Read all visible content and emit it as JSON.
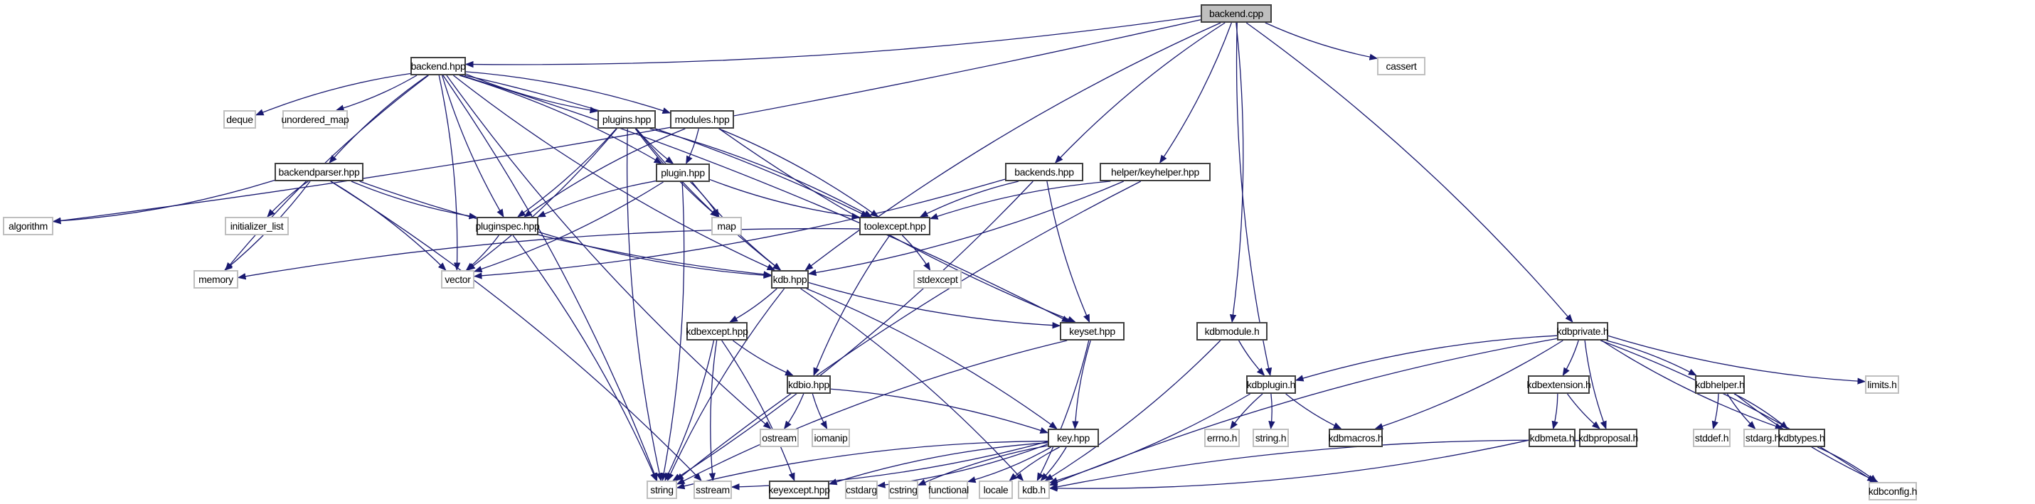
{
  "diagram": {
    "title": "backend.cpp include dependency graph",
    "colors": {
      "edge": "#191970",
      "root_fill": "#bfbfbf",
      "project_border": "#404040",
      "system_border": "#bfbfbf"
    },
    "nodes": [
      {
        "id": "backend_cpp",
        "label": "backend.cpp",
        "kind": "root"
      },
      {
        "id": "cassert",
        "label": "cassert",
        "kind": "system"
      },
      {
        "id": "backend_hpp",
        "label": "backend.hpp",
        "kind": "project"
      },
      {
        "id": "deque",
        "label": "deque",
        "kind": "system"
      },
      {
        "id": "unordered_map",
        "label": "unordered_map",
        "kind": "system"
      },
      {
        "id": "plugins_hpp",
        "label": "plugins.hpp",
        "kind": "project"
      },
      {
        "id": "modules_hpp",
        "label": "modules.hpp",
        "kind": "project"
      },
      {
        "id": "backendparser_hpp",
        "label": "backendparser.hpp",
        "kind": "project"
      },
      {
        "id": "plugin_hpp",
        "label": "plugin.hpp",
        "kind": "project"
      },
      {
        "id": "backends_hpp",
        "label": "backends.hpp",
        "kind": "project"
      },
      {
        "id": "keyhelper_hpp",
        "label": "helper/keyhelper.hpp",
        "kind": "project"
      },
      {
        "id": "algorithm",
        "label": "algorithm",
        "kind": "system"
      },
      {
        "id": "initializer_list",
        "label": "initializer_list",
        "kind": "system"
      },
      {
        "id": "pluginspec_hpp",
        "label": "pluginspec.hpp",
        "kind": "project"
      },
      {
        "id": "map",
        "label": "map",
        "kind": "system"
      },
      {
        "id": "toolexcept_hpp",
        "label": "toolexcept.hpp",
        "kind": "project"
      },
      {
        "id": "stdexcept",
        "label": "stdexcept",
        "kind": "system"
      },
      {
        "id": "memory",
        "label": "memory",
        "kind": "system"
      },
      {
        "id": "vector",
        "label": "vector",
        "kind": "system"
      },
      {
        "id": "kdb_hpp",
        "label": "kdb.hpp",
        "kind": "project"
      },
      {
        "id": "kdbexcept_hpp",
        "label": "kdbexcept.hpp",
        "kind": "project"
      },
      {
        "id": "keyset_hpp",
        "label": "keyset.hpp",
        "kind": "project"
      },
      {
        "id": "kdbmodule_h",
        "label": "kdbmodule.h",
        "kind": "project"
      },
      {
        "id": "kdbprivate_h",
        "label": "kdbprivate.h",
        "kind": "project"
      },
      {
        "id": "kdbio_hpp",
        "label": "kdbio.hpp",
        "kind": "project"
      },
      {
        "id": "kdbplugin_h",
        "label": "kdbplugin.h",
        "kind": "project"
      },
      {
        "id": "kdbextension_h",
        "label": "kdbextension.h",
        "kind": "project"
      },
      {
        "id": "kdbhelper_h",
        "label": "kdbhelper.h",
        "kind": "project"
      },
      {
        "id": "limits_h",
        "label": "limits.h",
        "kind": "system"
      },
      {
        "id": "ostream",
        "label": "ostream",
        "kind": "system"
      },
      {
        "id": "iomanip",
        "label": "iomanip",
        "kind": "system"
      },
      {
        "id": "key_hpp",
        "label": "key.hpp",
        "kind": "project"
      },
      {
        "id": "errno_h",
        "label": "errno.h",
        "kind": "system"
      },
      {
        "id": "string_h",
        "label": "string.h",
        "kind": "system"
      },
      {
        "id": "kdbmacros_h",
        "label": "kdbmacros.h",
        "kind": "project"
      },
      {
        "id": "kdbmeta_h",
        "label": "kdbmeta.h",
        "kind": "project"
      },
      {
        "id": "kdbproposal_h",
        "label": "kdbproposal.h",
        "kind": "project"
      },
      {
        "id": "stddef_h",
        "label": "stddef.h",
        "kind": "system"
      },
      {
        "id": "stdarg_h",
        "label": "stdarg.h",
        "kind": "system"
      },
      {
        "id": "kdbtypes_h",
        "label": "kdbtypes.h",
        "kind": "project"
      },
      {
        "id": "string",
        "label": "string",
        "kind": "system"
      },
      {
        "id": "sstream",
        "label": "sstream",
        "kind": "system"
      },
      {
        "id": "keyexcept_hpp",
        "label": "keyexcept.hpp",
        "kind": "project"
      },
      {
        "id": "cstdarg",
        "label": "cstdarg",
        "kind": "system"
      },
      {
        "id": "cstring",
        "label": "cstring",
        "kind": "system"
      },
      {
        "id": "functional",
        "label": "functional",
        "kind": "system"
      },
      {
        "id": "locale",
        "label": "locale",
        "kind": "system"
      },
      {
        "id": "kdb_h",
        "label": "kdb.h",
        "kind": "system"
      },
      {
        "id": "kdbconfig_h",
        "label": "kdbconfig.h",
        "kind": "system"
      }
    ],
    "edges": [
      [
        "backend_cpp",
        "backend_hpp"
      ],
      [
        "backend_cpp",
        "cassert"
      ],
      [
        "backend_cpp",
        "algorithm"
      ],
      [
        "backend_cpp",
        "backends_hpp"
      ],
      [
        "backend_cpp",
        "keyhelper_hpp"
      ],
      [
        "backend_cpp",
        "kdb_hpp"
      ],
      [
        "backend_cpp",
        "kdbmodule_h"
      ],
      [
        "backend_cpp",
        "kdbplugin_h"
      ],
      [
        "backend_cpp",
        "kdbprivate_h"
      ],
      [
        "backend_hpp",
        "deque"
      ],
      [
        "backend_hpp",
        "unordered_map"
      ],
      [
        "backend_hpp",
        "plugins_hpp"
      ],
      [
        "backend_hpp",
        "modules_hpp"
      ],
      [
        "backend_hpp",
        "backendparser_hpp"
      ],
      [
        "backend_hpp",
        "plugin_hpp"
      ],
      [
        "backend_hpp",
        "pluginspec_hpp"
      ],
      [
        "backend_hpp",
        "toolexcept_hpp"
      ],
      [
        "backend_hpp",
        "memory"
      ],
      [
        "backend_hpp",
        "vector"
      ],
      [
        "backend_hpp",
        "kdb_hpp"
      ],
      [
        "backend_hpp",
        "string"
      ],
      [
        "backend_hpp",
        "ostream"
      ],
      [
        "backend_hpp",
        "keyset_hpp"
      ],
      [
        "plugins_hpp",
        "plugin_hpp"
      ],
      [
        "plugins_hpp",
        "pluginspec_hpp"
      ],
      [
        "plugins_hpp",
        "map"
      ],
      [
        "plugins_hpp",
        "toolexcept_hpp"
      ],
      [
        "plugins_hpp",
        "kdb_hpp"
      ],
      [
        "plugins_hpp",
        "vector"
      ],
      [
        "plugins_hpp",
        "string"
      ],
      [
        "modules_hpp",
        "plugin_hpp"
      ],
      [
        "modules_hpp",
        "pluginspec_hpp"
      ],
      [
        "modules_hpp",
        "toolexcept_hpp"
      ],
      [
        "modules_hpp",
        "keyset_hpp"
      ],
      [
        "backendparser_hpp",
        "algorithm"
      ],
      [
        "backendparser_hpp",
        "initializer_list"
      ],
      [
        "backendparser_hpp",
        "memory"
      ],
      [
        "backendparser_hpp",
        "pluginspec_hpp"
      ],
      [
        "backendparser_hpp",
        "vector"
      ],
      [
        "backendparser_hpp",
        "kdb_hpp"
      ],
      [
        "backendparser_hpp",
        "sstream"
      ],
      [
        "plugin_hpp",
        "pluginspec_hpp"
      ],
      [
        "plugin_hpp",
        "map"
      ],
      [
        "plugin_hpp",
        "toolexcept_hpp"
      ],
      [
        "plugin_hpp",
        "vector"
      ],
      [
        "plugin_hpp",
        "kdb_hpp"
      ],
      [
        "plugin_hpp",
        "string"
      ],
      [
        "backends_hpp",
        "toolexcept_hpp"
      ],
      [
        "backends_hpp",
        "vector"
      ],
      [
        "backends_hpp",
        "keyset_hpp"
      ],
      [
        "backends_hpp",
        "string"
      ],
      [
        "keyhelper_hpp",
        "toolexcept_hpp"
      ],
      [
        "keyhelper_hpp",
        "kdb_hpp"
      ],
      [
        "keyhelper_hpp",
        "string"
      ],
      [
        "pluginspec_hpp",
        "vector"
      ],
      [
        "pluginspec_hpp",
        "kdb_hpp"
      ],
      [
        "pluginspec_hpp",
        "string"
      ],
      [
        "toolexcept_hpp",
        "memory"
      ],
      [
        "toolexcept_hpp",
        "stdexcept"
      ],
      [
        "toolexcept_hpp",
        "kdbio_hpp"
      ],
      [
        "kdb_hpp",
        "kdbexcept_hpp"
      ],
      [
        "kdb_hpp",
        "keyset_hpp"
      ],
      [
        "kdb_hpp",
        "key_hpp"
      ],
      [
        "kdb_hpp",
        "string"
      ],
      [
        "kdb_hpp",
        "kdb_h"
      ],
      [
        "kdbexcept_hpp",
        "kdbio_hpp"
      ],
      [
        "kdbexcept_hpp",
        "string"
      ],
      [
        "kdbexcept_hpp",
        "sstream"
      ],
      [
        "kdbexcept_hpp",
        "keyexcept_hpp"
      ],
      [
        "keyset_hpp",
        "key_hpp"
      ],
      [
        "keyset_hpp",
        "kdb_h"
      ],
      [
        "keyset_hpp",
        "string"
      ],
      [
        "kdbio_hpp",
        "ostream"
      ],
      [
        "kdbio_hpp",
        "iomanip"
      ],
      [
        "kdbio_hpp",
        "key_hpp"
      ],
      [
        "key_hpp",
        "string"
      ],
      [
        "key_hpp",
        "sstream"
      ],
      [
        "key_hpp",
        "keyexcept_hpp"
      ],
      [
        "key_hpp",
        "cstdarg"
      ],
      [
        "key_hpp",
        "cstring"
      ],
      [
        "key_hpp",
        "functional"
      ],
      [
        "key_hpp",
        "locale"
      ],
      [
        "key_hpp",
        "kdb_h"
      ],
      [
        "kdbmodule_h",
        "kdbplugin_h"
      ],
      [
        "kdbmodule_h",
        "kdb_h"
      ],
      [
        "kdbplugin_h",
        "errno_h"
      ],
      [
        "kdbplugin_h",
        "string_h"
      ],
      [
        "kdbplugin_h",
        "kdbmacros_h"
      ],
      [
        "kdbplugin_h",
        "kdb_h"
      ],
      [
        "kdbprivate_h",
        "kdbplugin_h"
      ],
      [
        "kdbprivate_h",
        "kdbmacros_h"
      ],
      [
        "kdbprivate_h",
        "kdb_h"
      ],
      [
        "kdbprivate_h",
        "kdbextension_h"
      ],
      [
        "kdbprivate_h",
        "kdbproposal_h"
      ],
      [
        "kdbprivate_h",
        "kdbhelper_h"
      ],
      [
        "kdbprivate_h",
        "kdbtypes_h"
      ],
      [
        "kdbprivate_h",
        "kdbconfig_h"
      ],
      [
        "kdbprivate_h",
        "limits_h"
      ],
      [
        "kdbextension_h",
        "kdbmeta_h"
      ],
      [
        "kdbextension_h",
        "kdbproposal_h"
      ],
      [
        "kdbmeta_h",
        "kdb_h"
      ],
      [
        "kdbproposal_h",
        "kdb_h"
      ],
      [
        "kdbhelper_h",
        "stddef_h"
      ],
      [
        "kdbhelper_h",
        "stdarg_h"
      ],
      [
        "kdbhelper_h",
        "kdbtypes_h"
      ],
      [
        "kdbhelper_h",
        "kdbconfig_h"
      ],
      [
        "kdbtypes_h",
        "kdbconfig_h"
      ]
    ]
  }
}
